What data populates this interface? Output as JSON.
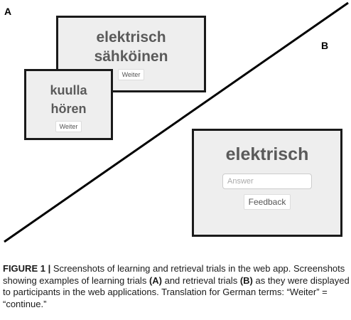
{
  "figure": {
    "label_a": "A",
    "label_b": "B",
    "card_learning_1": {
      "word_german": "elektrisch",
      "word_finnish": "sähköinen",
      "button": "Weiter"
    },
    "card_learning_2": {
      "word_finnish": "kuulla",
      "word_german": "hören",
      "button": "Weiter"
    },
    "card_retrieval": {
      "word": "elektrisch",
      "answer_placeholder": "Answer",
      "button": "Feedback"
    }
  },
  "caption": {
    "label": "FIGURE 1 |",
    "text_1": " Screenshots of learning and retrieval trials in the web app. Screenshots showing examples of learning trials ",
    "ref_a": "(A)",
    "text_2": " and retrieval trials ",
    "ref_b": "(B)",
    "text_3": " as they were displayed to participants in the web applications. Translation for German terms: “Weiter” = “continue.”"
  }
}
